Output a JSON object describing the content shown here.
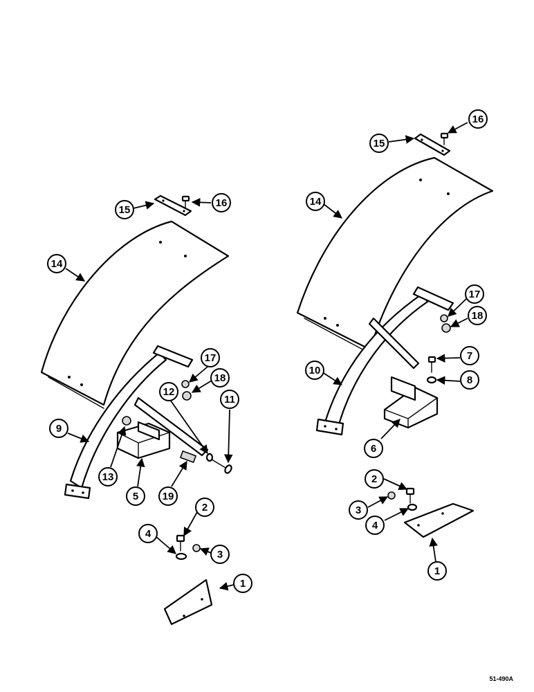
{
  "drawing_code": "51-490A",
  "callouts": [
    {
      "label": "16"
    },
    {
      "label": "15"
    },
    {
      "label": "14"
    },
    {
      "label": "17"
    },
    {
      "label": "18"
    },
    {
      "label": "12"
    },
    {
      "label": "11"
    },
    {
      "label": "9"
    },
    {
      "label": "13"
    },
    {
      "label": "5"
    },
    {
      "label": "19"
    },
    {
      "label": "2"
    },
    {
      "label": "4"
    },
    {
      "label": "3"
    },
    {
      "label": "1"
    },
    {
      "label": "16"
    },
    {
      "label": "15"
    },
    {
      "label": "14"
    },
    {
      "label": "17"
    },
    {
      "label": "18"
    },
    {
      "label": "7"
    },
    {
      "label": "10"
    },
    {
      "label": "8"
    },
    {
      "label": "6"
    },
    {
      "label": "2"
    },
    {
      "label": "3"
    },
    {
      "label": "4"
    },
    {
      "label": "1"
    }
  ]
}
